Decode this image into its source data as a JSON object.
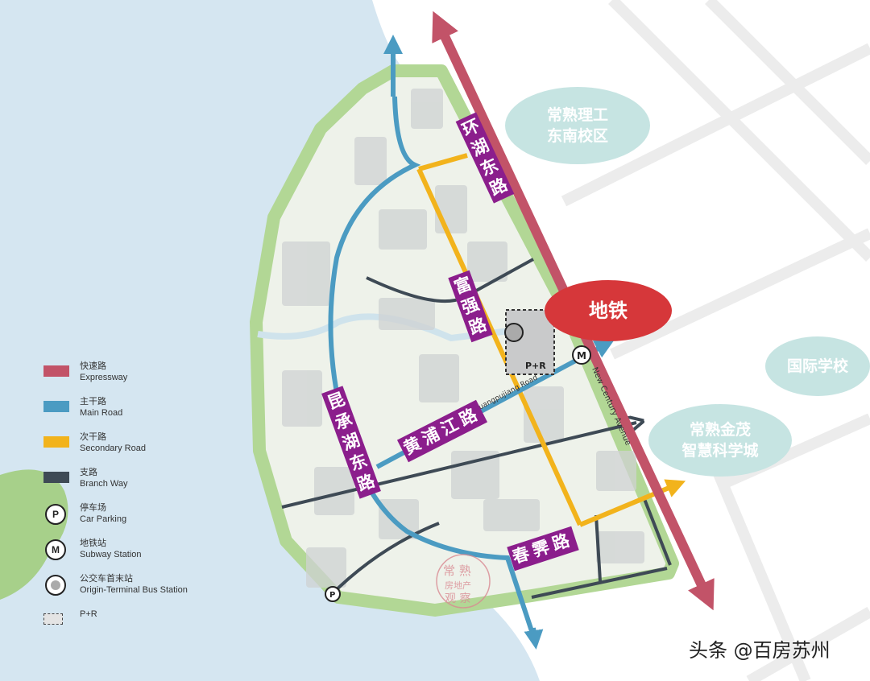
{
  "map": {
    "colors": {
      "water": "#d5e6f1",
      "green": "#b2d795",
      "expressway": "#c25368",
      "main_road": "#4b9bc2",
      "secondary_road": "#f2b31c",
      "branch_way": "#3e4a55",
      "label_bg": "#8b1e8c",
      "bubble": "#c6e4e2",
      "subway_bubble": "#d6373a"
    },
    "road_labels": {
      "huanhu_east": "环湖东路",
      "fuqiang": "富强路",
      "kuncheng_east": "昆承湖东路",
      "huangpujiang": "黄浦江路",
      "chunji": "春霁路"
    },
    "small_labels": {
      "new_century": "New Century Avenue",
      "huangpujiang_en": "Huangpujiang Road",
      "pr": "P+R"
    },
    "bubbles": {
      "cit": [
        "常熟理工",
        "东南校区"
      ],
      "subway": "地铁",
      "intl_school": "国际学校",
      "jinmao": [
        "常熟金茂",
        "智慧科学城"
      ]
    },
    "markers": {
      "subway": "M",
      "parking": "P"
    },
    "stamp": "常熟房地产观察"
  },
  "legend": [
    {
      "zh": "快速路",
      "en": "Expressway",
      "type": "swatch",
      "color": "#c25368"
    },
    {
      "zh": "主干路",
      "en": "Main Road",
      "type": "swatch",
      "color": "#4b9bc2"
    },
    {
      "zh": "次干路",
      "en": "Secondary Road",
      "type": "swatch",
      "color": "#f2b31c"
    },
    {
      "zh": "支路",
      "en": "Branch Way",
      "type": "swatch",
      "color": "#3e4a55"
    },
    {
      "zh": "停车场",
      "en": "Car Parking",
      "type": "circle",
      "symbol": "P"
    },
    {
      "zh": "地铁站",
      "en": "Subway Station",
      "type": "circle",
      "symbol": "M"
    },
    {
      "zh": "公交车首末站",
      "en": "Origin-Terminal Bus Station",
      "type": "bus"
    },
    {
      "zh": "P+R",
      "en": "",
      "type": "dashed"
    }
  ],
  "watermark": "头条 @百房苏州"
}
